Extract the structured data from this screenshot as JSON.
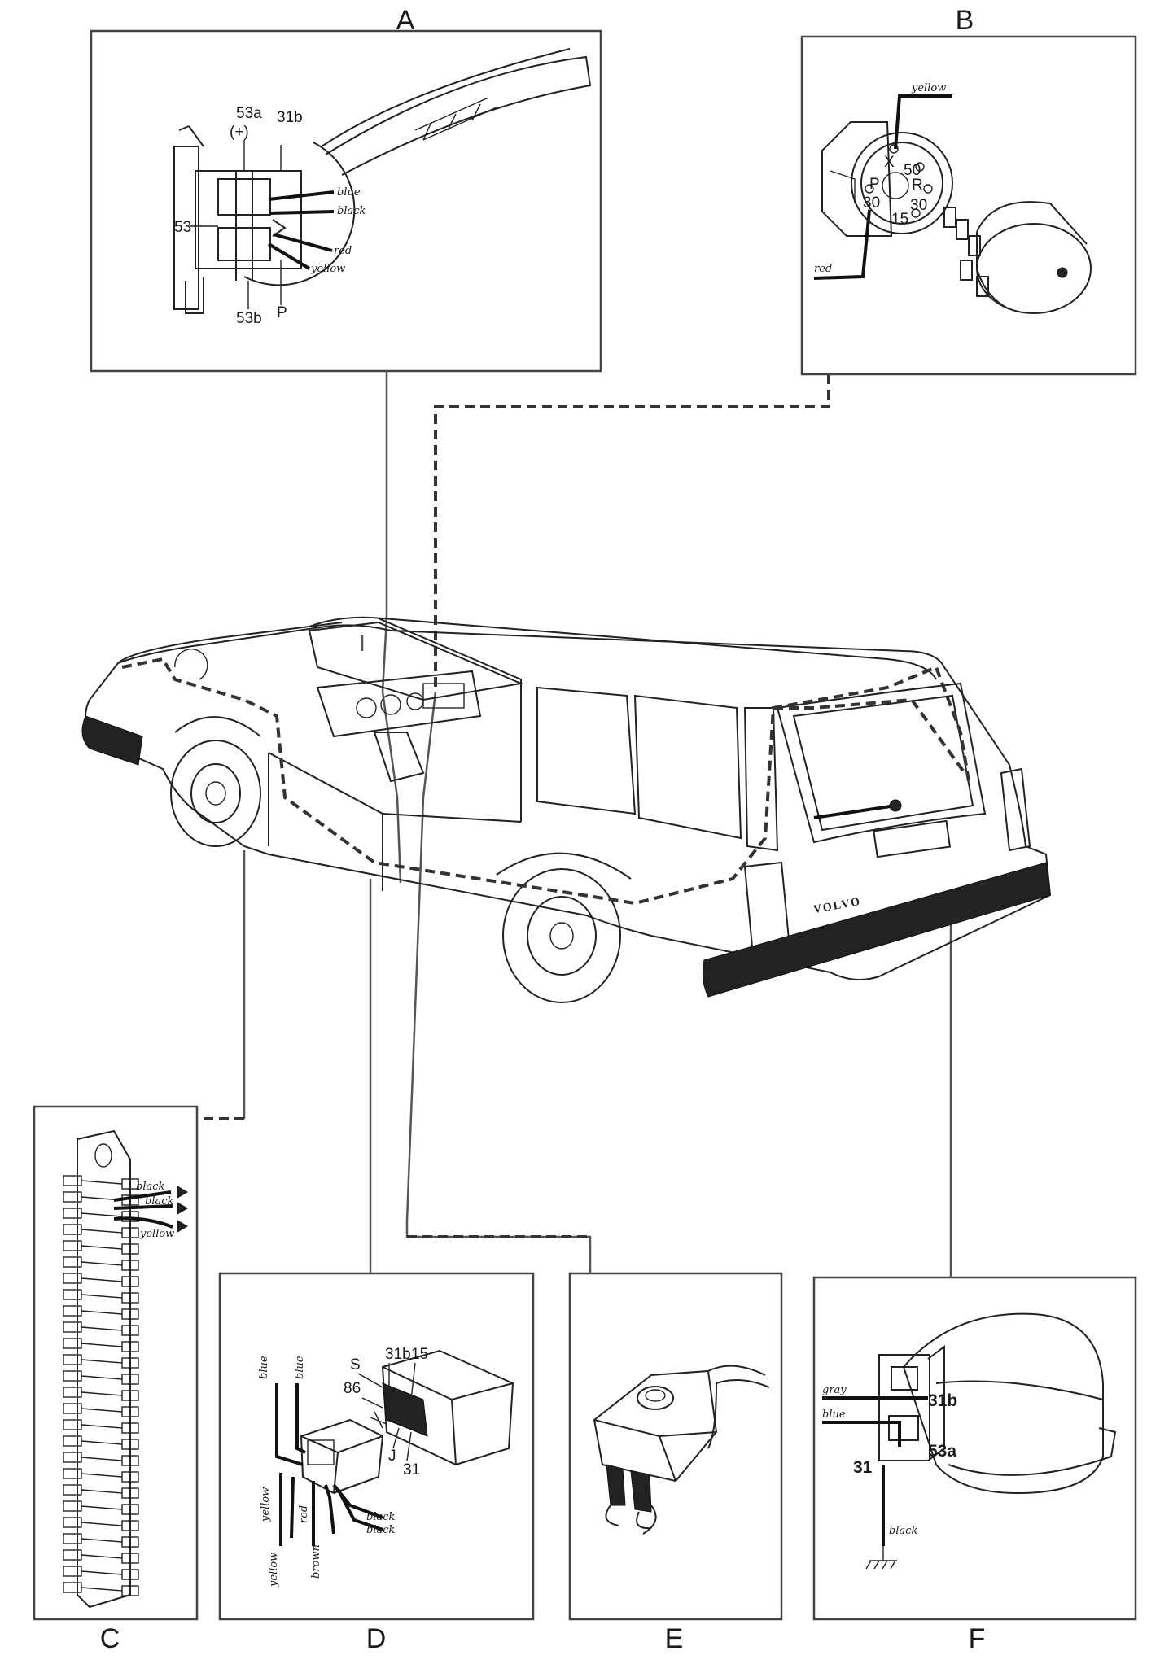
{
  "panels": {
    "a": {
      "label": "A",
      "pins": {
        "p53a": "53a",
        "plus": "(+)",
        "p31b": "31b",
        "p53": "53",
        "p53b": "53b",
        "p": "P"
      },
      "wires": {
        "blue": "blue",
        "black": "black",
        "red": "red",
        "yellow": "yellow"
      }
    },
    "b": {
      "label": "B",
      "pins": {
        "x": "X",
        "p50": "50",
        "p": "P",
        "r": "R",
        "p30a": "30",
        "p30b": "30",
        "p15": "15"
      },
      "wires": {
        "yellow": "yellow",
        "red": "red"
      }
    },
    "c": {
      "label": "C",
      "wires": {
        "black1": "black",
        "black2": "black",
        "yellow": "yellow"
      }
    },
    "d": {
      "label": "D",
      "pins": {
        "s": "S",
        "p31b": "31b",
        "p15": "15",
        "p86": "86",
        "j": "J",
        "p31": "31"
      },
      "wires": {
        "blue_left": "blue",
        "blue_right": "blue",
        "yellow_top": "yellow",
        "yellow_bottom": "yellow",
        "red": "red",
        "brown": "brown",
        "black1": "black",
        "black2": "black"
      }
    },
    "e": {
      "label": "E"
    },
    "f": {
      "label": "F",
      "pins": {
        "p31b": "31b",
        "p53a": "53a",
        "p31": "31"
      },
      "wires": {
        "gray": "gray",
        "blue": "blue",
        "black": "black"
      }
    }
  },
  "car": {
    "brand": "VOLVO"
  },
  "icons": [
    "connector-icon",
    "ignition-switch-icon",
    "fuse-box-icon",
    "relay-icon",
    "washer-reservoir-icon",
    "wiper-motor-icon",
    "ground-icon"
  ]
}
